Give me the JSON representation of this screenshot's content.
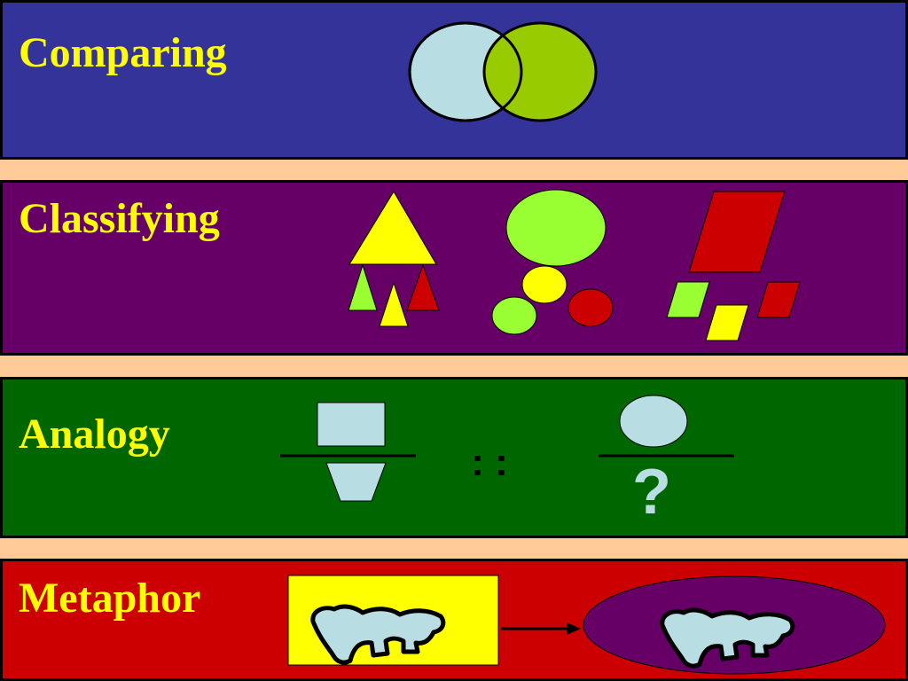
{
  "colors": {
    "background": "#FFCC99",
    "label": "#FFFF00",
    "comparing_band": "#333399",
    "classifying_band": "#660066",
    "analogy_band": "#006600",
    "metaphor_band": "#CC0000",
    "light_blue": "#B8DEE4",
    "lime": "#99CC00",
    "bright_green": "#99FF33",
    "yellow": "#FFFF00",
    "red": "#CC0000",
    "purple": "#660066",
    "outline": "#000000"
  },
  "bands": [
    {
      "id": "comparing",
      "label": "Comparing"
    },
    {
      "id": "classifying",
      "label": "Classifying"
    },
    {
      "id": "analogy",
      "label": "Analogy"
    },
    {
      "id": "metaphor",
      "label": "Metaphor"
    }
  ],
  "analogy": {
    "separator_text": ": :",
    "unknown_text": "?"
  },
  "icons": {
    "comparing": "venn-diagram-icon",
    "classifying": "shape-groups-icon",
    "analogy": "analogy-ratio-icon",
    "metaphor": "blob-shape-icon"
  }
}
